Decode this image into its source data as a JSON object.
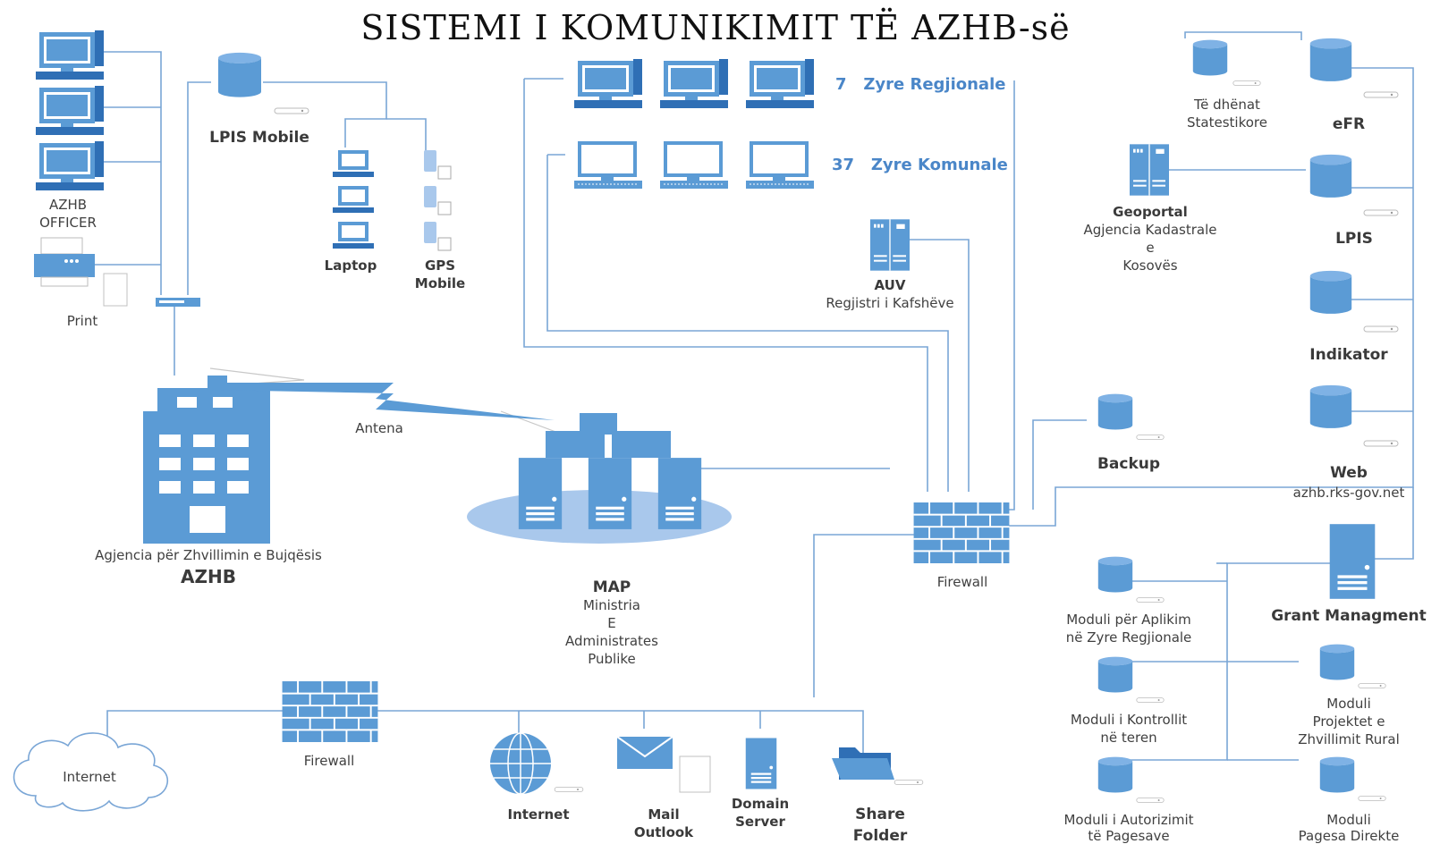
{
  "title": "SISTEMI I KOMUNIKIMIT TË AZHB-së",
  "left": {
    "officer_label_1": "AZHB",
    "officer_label_2": "OFFICER",
    "print": "Print",
    "lpis_mobile": "LPIS Mobile",
    "laptop": "Laptop",
    "gps_1": "GPS",
    "gps_2": "Mobile",
    "antena": "Antena",
    "azhb_full": "Agjencia për Zhvillimin e Bujqësis",
    "azhb": "AZHB"
  },
  "offices": {
    "regional": "7   Zyre Regjionale",
    "municipal": "37   Zyre Komunale"
  },
  "center": {
    "auv_1": "AUV",
    "auv_2": "Regjistri i Kafshëve",
    "map_1": "MAP",
    "map_2": "Ministria",
    "map_3": "E",
    "map_4": "Administrates",
    "map_5": "Publike",
    "firewall": "Firewall"
  },
  "right": {
    "stat_1": "Të dhënat",
    "stat_2": "Statestikore",
    "efr": "eFR",
    "geo_1": "Geoportal",
    "geo_2": "Agjencia Kadastrale",
    "geo_3": "e",
    "geo_4": "Kosovës",
    "lpis": "LPIS",
    "indikator": "Indikator",
    "backup": "Backup",
    "web": "Web",
    "web_url": "azhb.rks-gov.net",
    "grant": "Grant Managment",
    "mod_aplikim_1": "Moduli për Aplikim",
    "mod_aplikim_2": "në Zyre Regjionale",
    "mod_kontroll_1": "Moduli i Kontrollit",
    "mod_kontroll_2": "në teren",
    "mod_autoriz_1": "Moduli i Autorizimit",
    "mod_autoriz_2": "të Pagesave",
    "mod_projekt_1": "Moduli",
    "mod_projekt_2": "Projektet e",
    "mod_projekt_3": "Zhvillimit Rural",
    "mod_pagesa_1": "Moduli",
    "mod_pagesa_2": "Pagesa Direkte"
  },
  "bottom": {
    "cloud": "Internet",
    "firewall": "Firewall",
    "internet": "Internet",
    "mail_1": "Mail",
    "mail_2": "Outlook",
    "domain_1": "Domain",
    "domain_2": "Server",
    "share_1": "Share",
    "share_2": "Folder"
  }
}
